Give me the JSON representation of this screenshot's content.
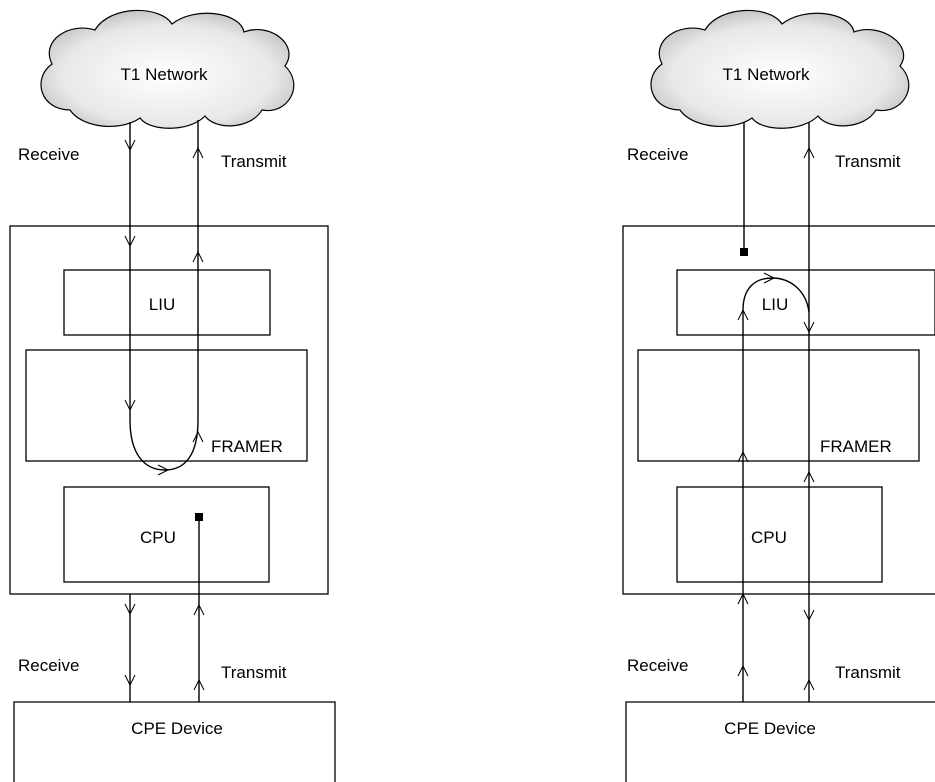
{
  "left_diagram": {
    "cloud_label": "T1 Network",
    "top_receive_label": "Receive",
    "top_transmit_label": "Transmit",
    "liu_label": "LIU",
    "framer_label": "FRAMER",
    "cpu_label": "CPU",
    "bottom_receive_label": "Receive",
    "bottom_transmit_label": "Transmit",
    "cpe_label": "CPE Device"
  },
  "right_diagram": {
    "cloud_label": "T1 Network",
    "top_receive_label": "Receive",
    "top_transmit_label": "Transmit",
    "liu_label": "LIU",
    "framer_label": "FRAMER",
    "cpu_label": "CPU",
    "bottom_receive_label": "Receive",
    "bottom_transmit_label": "Transmit",
    "cpe_label": "CPE Device"
  },
  "colors": {
    "stroke": "#000000",
    "cloud_fill": "#d0d0d0",
    "background": "#ffffff"
  }
}
